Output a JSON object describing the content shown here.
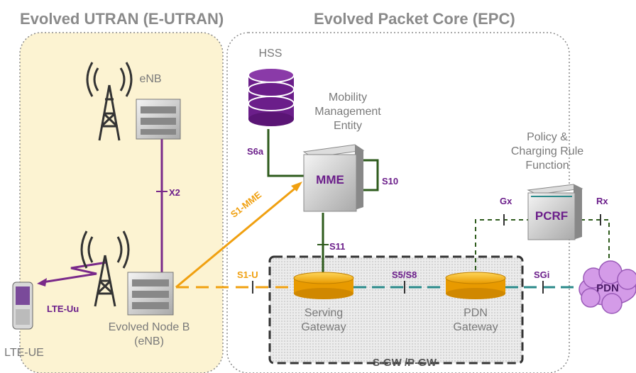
{
  "regions": {
    "eutran_title": "Evolved UTRAN (E-UTRAN)",
    "epc_title": "Evolved Packet Core (EPC)",
    "sgw_pgw_label": "S-GW /P-GW"
  },
  "nodes": {
    "hss": "HSS",
    "mme_caption_1": "Mobility",
    "mme_caption_2": "Management",
    "mme_caption_3": "Entity",
    "mme": "MME",
    "pcrf_caption_1": "Policy &",
    "pcrf_caption_2": "Charging Rule",
    "pcrf_caption_3": "Function",
    "pcrf": "PCRF",
    "enb_top": "eNB",
    "enb_bottom_1": "Evolved Node B",
    "enb_bottom_2": "(eNB)",
    "ue": "LTE-UE",
    "serving_gw_1": "Serving",
    "serving_gw_2": "Gateway",
    "pdn_gw_1": "PDN",
    "pdn_gw_2": "Gateway",
    "pdn": "PDN"
  },
  "interfaces": {
    "s6a": "S6a",
    "s10": "S10",
    "s11": "S11",
    "x2": "X2",
    "s1_mme": "S1-MME",
    "s1_u": "S1-U",
    "s5_s8": "S5/S8",
    "sgi": "SGi",
    "gx": "Gx",
    "rx": "Rx",
    "lte_uu": "LTE-Uu"
  },
  "colors": {
    "eutran_fill": "#fcf3d2",
    "purple": "#6b1e8a",
    "orange": "#f0a010",
    "green": "#2e5b1c",
    "teal": "#2a8a8a",
    "pdn_cloud": "#d49be8",
    "gray_text": "#8a8a8a"
  }
}
